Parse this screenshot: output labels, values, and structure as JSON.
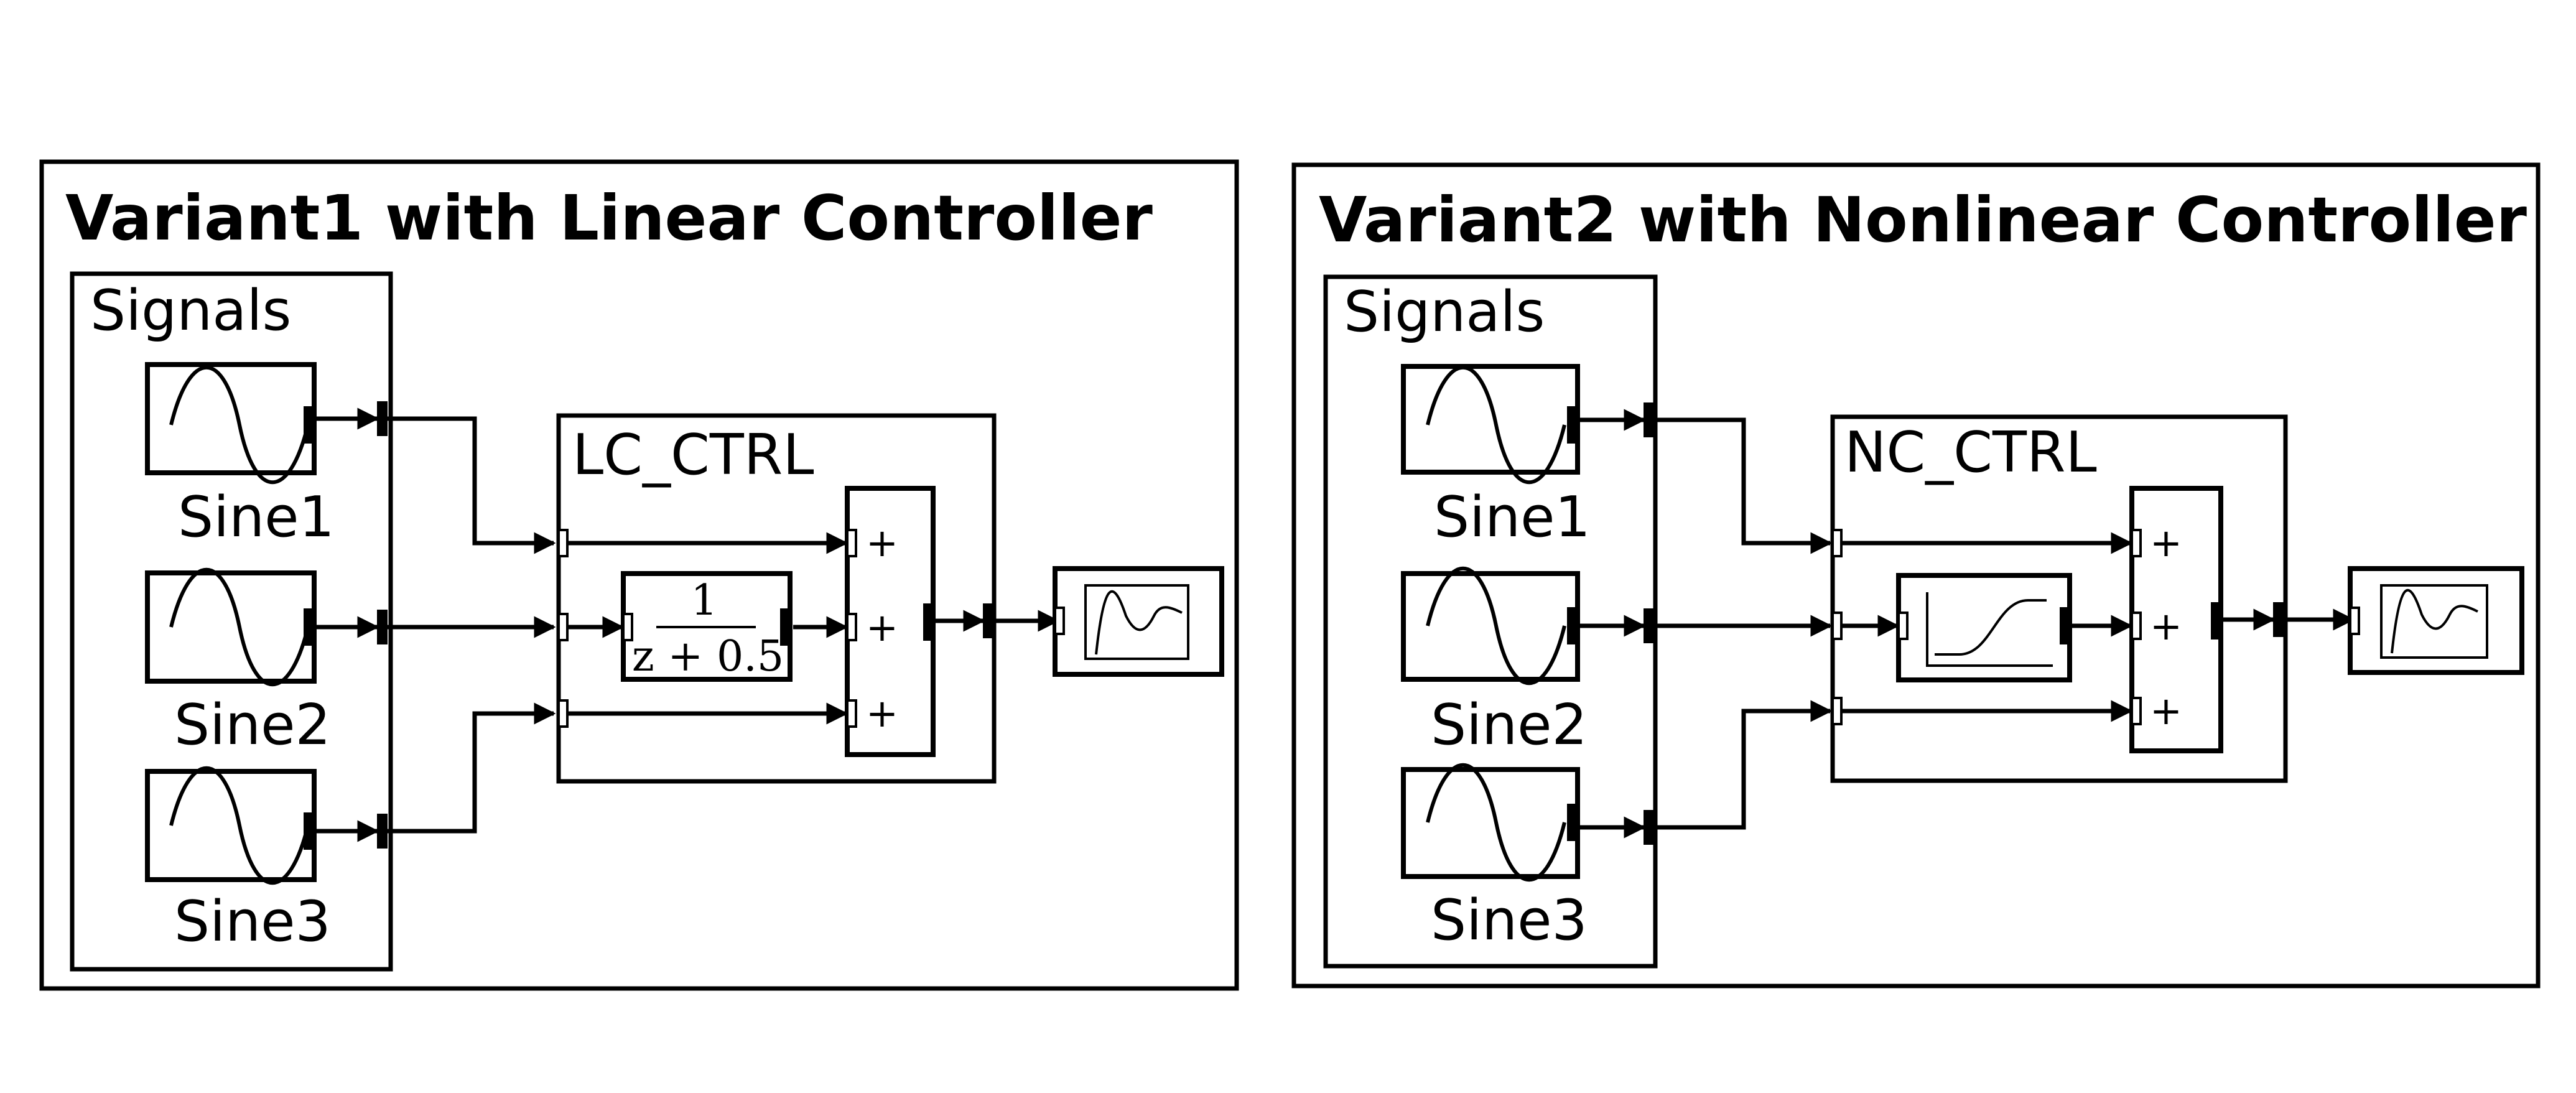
{
  "variants": [
    {
      "title": "Variant1 with Linear Controller",
      "signals_label": "Signals",
      "sources": [
        "Sine1",
        "Sine2",
        "Sine3"
      ],
      "controller_label": "LC_CTRL",
      "transfer_numerator": "1",
      "transfer_denominator": "z + 0.5",
      "sum_signs": [
        "+",
        "+",
        "+"
      ]
    },
    {
      "title": "Variant2 with Nonlinear Controller",
      "signals_label": "Signals",
      "sources": [
        "Sine1",
        "Sine2",
        "Sine3"
      ],
      "controller_label": "NC_CTRL",
      "sum_signs": [
        "+",
        "+",
        "+"
      ]
    }
  ],
  "icons": {
    "source": "sine-wave-icon",
    "scope": "scope-icon",
    "nonlinear": "sigmoid-curve-icon"
  }
}
